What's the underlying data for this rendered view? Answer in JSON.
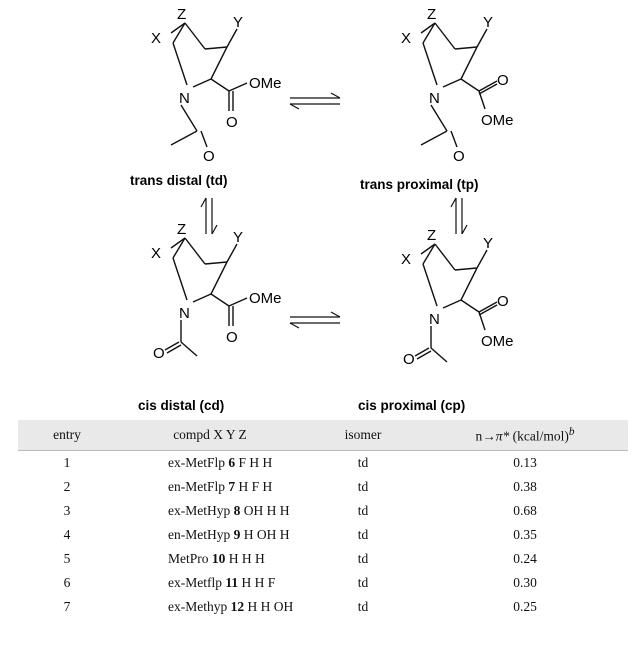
{
  "scheme": {
    "isomers": [
      {
        "label": "trans distal (td)",
        "sub": {
          "z": "Z",
          "x": "X",
          "y": "Y"
        },
        "ester": "OMe",
        "n": "N",
        "o": "O"
      },
      {
        "label": "trans proximal (tp)",
        "sub": {
          "z": "Z",
          "x": "X",
          "y": "Y"
        },
        "ester": "OMe",
        "n": "N",
        "o": "O"
      },
      {
        "label": "cis distal (cd)",
        "sub": {
          "z": "Z",
          "x": "X",
          "y": "Y"
        },
        "ester": "OMe",
        "n": "N",
        "o": "O"
      },
      {
        "label": "cis proximal (cp)",
        "sub": {
          "z": "Z",
          "x": "X",
          "y": "Y"
        },
        "ester": "OMe",
        "n": "N",
        "o": "O"
      }
    ]
  },
  "table": {
    "headers": {
      "entry": "entry",
      "compd": "compd X Y Z",
      "isomer": "isomer",
      "energy_prefix": "n→",
      "energy_pi": "π*",
      "energy_unit": " (kcal/mol)",
      "energy_sup": "b"
    },
    "rows": [
      {
        "entry": "1",
        "name": "ex-MetFlp",
        "num": "6",
        "xyz": "F H H",
        "isomer": "td",
        "value": "0.13"
      },
      {
        "entry": "2",
        "name": "en-MetFlp",
        "num": "7",
        "xyz": "H F H",
        "isomer": "td",
        "value": "0.38"
      },
      {
        "entry": "3",
        "name": "ex-MetHyp",
        "num": "8",
        "xyz": "OH H H",
        "isomer": "td",
        "value": "0.68"
      },
      {
        "entry": "4",
        "name": "en-MetHyp",
        "num": "9",
        "xyz": "H OH H",
        "isomer": "td",
        "value": "0.35"
      },
      {
        "entry": "5",
        "name": "MetPro",
        "num": "10",
        "xyz": "H H H",
        "isomer": "td",
        "value": "0.24"
      },
      {
        "entry": "6",
        "name": "ex-Metflp",
        "num": "11",
        "xyz": "H H F",
        "isomer": "td",
        "value": "0.30"
      },
      {
        "entry": "7",
        "name": "ex-Methyp",
        "num": "12",
        "xyz": "H H OH",
        "isomer": "td",
        "value": "0.25"
      }
    ]
  }
}
